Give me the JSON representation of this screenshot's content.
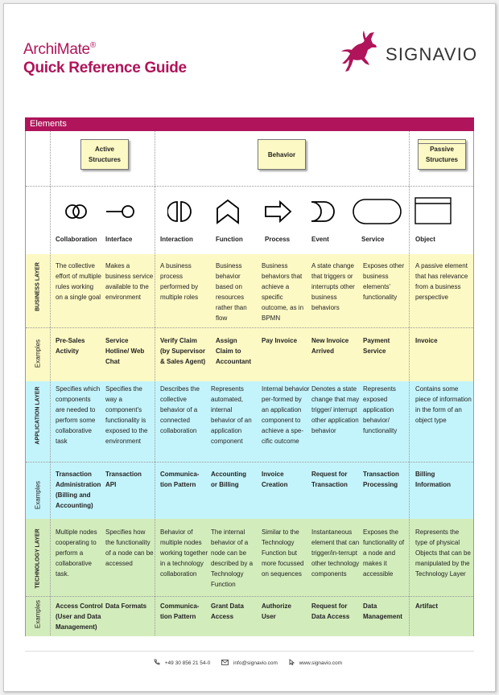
{
  "header": {
    "title": "ArchiMate",
    "reg": "®",
    "subtitle": "Quick Reference Guide",
    "brand": "SIGNAVIO",
    "accent": "#b0145a"
  },
  "section_label": "Elements",
  "groups": {
    "active": "Active Structures",
    "behavior": "Behavior",
    "passive": "Passive Structures"
  },
  "elements": [
    "Collaboration",
    "Interface",
    "Interaction",
    "Function",
    "Process",
    "Event",
    "Service",
    "Object"
  ],
  "layers": {
    "business": {
      "label": "BUSINESS LAYER",
      "color": "#fdf9c4",
      "desc": [
        "The collective effort of multiple rules working on a single goal",
        "Makes a business service available to the environment",
        "A business process performed by multiple roles",
        "Business behavior based on resources rather than flow",
        "Business behaviors that achieve a specific outcome, as in BPMN",
        "A state change that triggers or interrupts other business behaviors",
        "Exposes other business elements' functionality",
        "A passive element that has relevance from a business perspective"
      ],
      "examples_label": "Examples",
      "examples": [
        "Pre-Sales Activity",
        "Service Hotline/ Web Chat",
        "Verify Claim (by Supervisor & Sales Agent)",
        "Assign Claim to Accountant",
        "Pay Invoice",
        "New Invoice Arrived",
        "Payment Service",
        "Invoice"
      ]
    },
    "application": {
      "label": "APPLICATION LAYER",
      "color": "#c4f4fb",
      "desc": [
        "Specifies which components are needed to perform some collaborative task",
        "Specifies the way a component's functionality is exposed to the environment",
        "Describes the collective behavior of a connected collaboration",
        "Represents automated, internal behavior of an application component",
        "Internal behavior per-formed by an application component to achieve a spe-cific outcome",
        "Denotes a state change that may trigger/ interrupt other application behavior",
        "Represents exposed application behavior/ functionality",
        "Contains some piece of information in the form of an object type"
      ],
      "examples_label": "Examples",
      "examples": [
        "Transaction Administration (Billing and Accounting)",
        "Transaction API",
        "Communica-tion Pattern",
        "Accounting or Billing",
        "Invoice Creation",
        "Request for Transaction",
        "Transaction Processing",
        "Billing Information"
      ]
    },
    "technology": {
      "label": "TECHNOLOGY LAYER",
      "color": "#d3ecbc",
      "desc": [
        "Multiple nodes cooperating to perform a collaborative task.",
        "Specifies how the functionality of a node can be accessed",
        "Behavior of multiple nodes working together in a technology collaboration",
        "The internal behavior of a node can be described by a Technology Function",
        "Similar to the Technology Function but more focussed on sequences",
        "Instantaneous element that can trigger/in-terrupt other technology components",
        "Exposes the functionality of a node and makes it accessible",
        "Represents the type of physical Objects that can be manipulated by the Technology Layer"
      ],
      "examples_label": "Examples",
      "examples": [
        "Access Control (User and Data Management)",
        "Data Formats",
        "Communica-tion Pattern",
        "Grant Data Access",
        "Authorize User",
        "Request for Data Access",
        "Data Management",
        "Artifact"
      ]
    }
  },
  "footer": {
    "phone": "+49 30 856 21 54-0",
    "email": "info@signavio.com",
    "web": "www.signavio.com"
  }
}
